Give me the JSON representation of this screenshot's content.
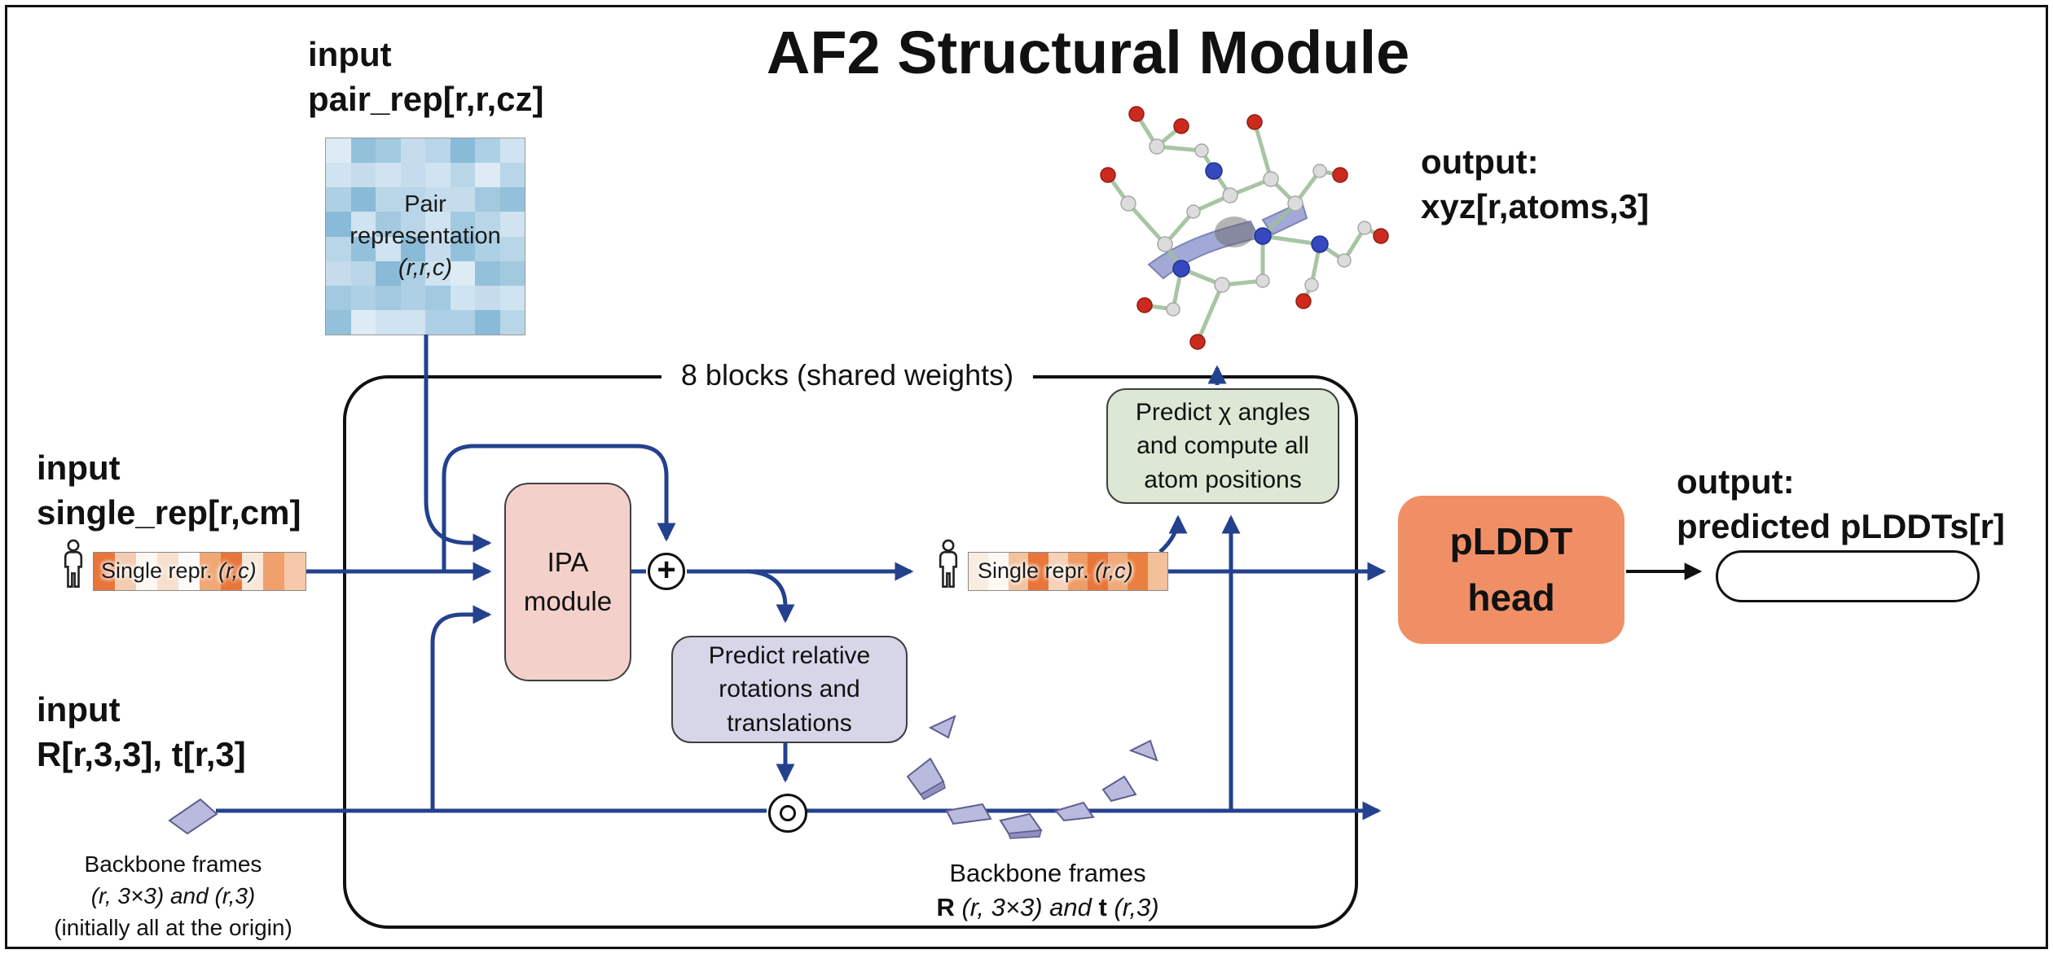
{
  "title": "AF2 Structural Module",
  "colors": {
    "arrow": "#24418e",
    "ipa_fill": "#f3d1ca",
    "rot_fill": "#d7d6e9",
    "chi_fill": "#dce8d5",
    "plddt_fill": "#f08f66",
    "frame_fill": "#b9badd"
  },
  "inputs": {
    "pair": {
      "line1": "input",
      "line2": "pair_rep[r,r,cz]"
    },
    "single": {
      "line1": "input",
      "line2": "single_rep[r,cm]"
    },
    "frames": {
      "line1": "input",
      "line2": "R[r,3,3], t[r,3]"
    }
  },
  "outputs": {
    "xyz": {
      "line1": "output:",
      "line2": "xyz[r,atoms,3]"
    },
    "plddt": {
      "line1": "output:",
      "line2": "predicted pLDDTs[r]"
    }
  },
  "blocks_label": "8 blocks (shared weights)",
  "pair_box": {
    "line1": "Pair",
    "line2": "representation",
    "line3": "(r,r,c)"
  },
  "ipa": {
    "line1": "IPA",
    "line2": "module"
  },
  "plus_symbol": "+",
  "rot_box": {
    "line1": "Predict relative",
    "line2": "rotations and",
    "line3": "translations"
  },
  "chi_box": {
    "line1": "Predict χ angles",
    "line2": "and compute all",
    "line3": "atom positions"
  },
  "plddt_head": {
    "line1": "pLDDT",
    "line2": "head"
  },
  "single_strip": {
    "label": "Single repr. ",
    "math": "(r,c)"
  },
  "backbone_initial": {
    "line1": "Backbone frames",
    "line2": "(r, 3×3) and (r,3)",
    "line3": "(initially all at the origin)"
  },
  "backbone_mid": {
    "line1": "Backbone frames",
    "r": "R",
    "mid": " (r, 3×3) and ",
    "t": "t",
    "tail": " (r,3)"
  },
  "heatmap_palette": [
    "#dcebf4",
    "#c6dcec",
    "#add0e4",
    "#93c1db",
    "#b9d6e8",
    "#cfe3f0",
    "#a2c9df",
    "#89bad7"
  ],
  "strip1_segments": [
    "#e8763a",
    "#f3cdb2",
    "#fdf7f2",
    "#f7e0cd",
    "#fdfbf9",
    "#f0a877",
    "#e8763a",
    "#f9e8da",
    "#efa06c",
    "#f4c8a8"
  ],
  "strip2_segments": [
    "#f9ece0",
    "#fdf8f4",
    "#f3c3a0",
    "#e8763a",
    "#f5d2b8",
    "#ef9c66",
    "#e8763a",
    "#f0aa7c",
    "#e9803f",
    "#f3c09a"
  ]
}
